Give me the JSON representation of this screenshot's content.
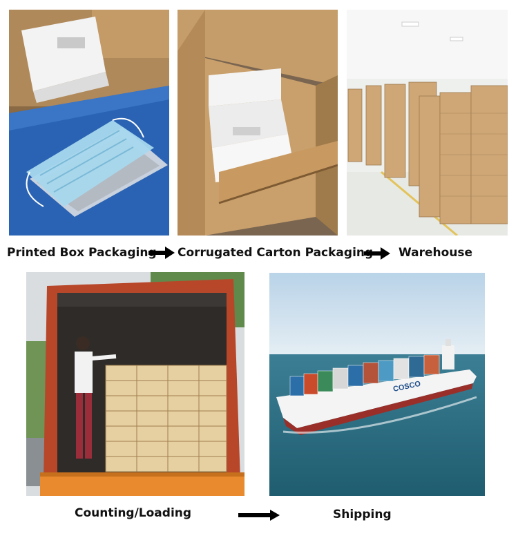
{
  "flow": {
    "steps": [
      {
        "label": "Printed Box Packaging",
        "image": "mask-box-and-packs-photo"
      },
      {
        "label": "Corrugated Carton Packaging",
        "image": "open-carton-photo"
      },
      {
        "label": "Warehouse",
        "image": "warehouse-photo"
      },
      {
        "label": "Counting/Loading",
        "image": "truck-loading-photo"
      },
      {
        "label": "Shipping",
        "image": "container-ship-photo"
      }
    ],
    "arrow_icon": "right-arrow-icon"
  },
  "photos": {
    "shipping": {
      "hull_text": "COSCO"
    }
  },
  "colors": {
    "caption": "#111111",
    "arrow": "#000000",
    "cardboard": "#c89a64",
    "mask_blue": "#9ed3ea",
    "sea": "#2d6f86",
    "truck_red": "#b8472a"
  }
}
